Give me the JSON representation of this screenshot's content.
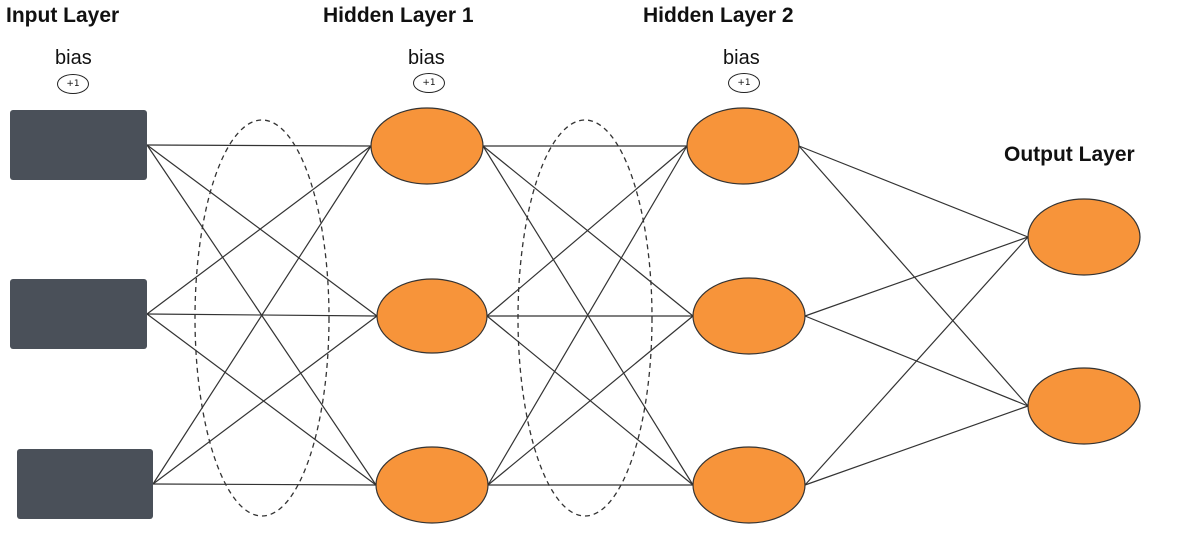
{
  "layers": [
    {
      "id": "input",
      "title": "Input Layer",
      "has_bias": true,
      "bias_label": "bias",
      "bias_value": "+1",
      "node_count": 3,
      "node_shape": "rectangle"
    },
    {
      "id": "hidden-1",
      "title": "Hidden Layer 1",
      "has_bias": true,
      "bias_label": "bias",
      "bias_value": "+1",
      "node_count": 3,
      "node_shape": "ellipse"
    },
    {
      "id": "hidden-2",
      "title": "Hidden Layer 2",
      "has_bias": true,
      "bias_label": "bias",
      "bias_value": "+1",
      "node_count": 3,
      "node_shape": "ellipse"
    },
    {
      "id": "output",
      "title": "Output Layer",
      "has_bias": false,
      "node_count": 2,
      "node_shape": "ellipse"
    }
  ],
  "connections": "fully-connected between adjacent layers",
  "dropout_groups": 2,
  "colors": {
    "input_node": "#4a5059",
    "neuron_fill": "#f7943a",
    "neuron_stroke": "#333333",
    "edge": "#333333",
    "text": "#111111"
  }
}
